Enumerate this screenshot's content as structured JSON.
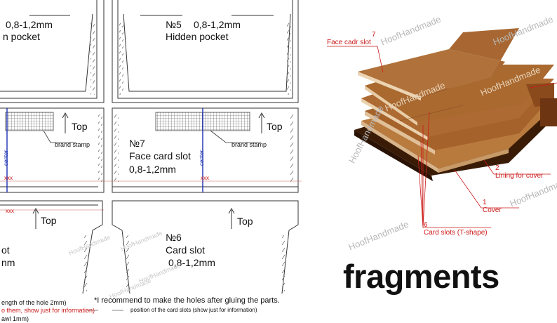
{
  "pattern": {
    "pocket_top_left": {
      "size": "0,8-1,2mm",
      "name": "n pocket"
    },
    "hidden_pocket": {
      "number": "№5",
      "size": "0,8-1,2mm",
      "name": "Hidden pocket"
    },
    "face_card_slot": {
      "number": "№7",
      "name": "Face card slot",
      "size": "0,8-1,2mm"
    },
    "card_slot": {
      "number": "№6",
      "name": "Card slot",
      "size": "0,8-1,2mm"
    },
    "bottom_left_partial": {
      "line1": "ot",
      "line2": "nm"
    },
    "top_label": "Top",
    "brand_stamp_label": "brand stamp",
    "center_label": "center",
    "xxx_label": "xxx",
    "recommend_note": "*I recommend to make the holes after gluing the parts.",
    "legend_hole_length": "ength of the hole 2mm)",
    "legend_red_note": "o them, show just for information)",
    "legend_position": "position of the card slots (show just for information)",
    "legend_awl": "awl 1mm)"
  },
  "render": {
    "title": "fragments",
    "labels": {
      "l7_num": "7",
      "l7_text": "Face cadr slot",
      "l2_num": "2",
      "l2_text": "Lining for cover",
      "l1_num": "1",
      "l1_text": "Cover",
      "l6_num": "6",
      "l6_text": "Card slots (T-shape)"
    }
  },
  "watermark": "HoofHandmade",
  "colors": {
    "label_red": "#cc1a1a",
    "leather_brown": "#a8672f",
    "center_line_blue": "#1a2fb0"
  }
}
